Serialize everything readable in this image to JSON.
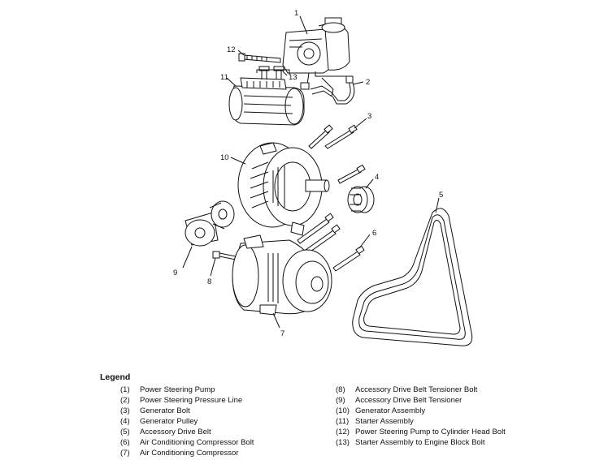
{
  "diagram": {
    "callouts": [
      "1",
      "2",
      "3",
      "4",
      "5",
      "6",
      "7",
      "8",
      "9",
      "10",
      "11",
      "12",
      "13"
    ]
  },
  "legend": {
    "title": "Legend",
    "left": [
      {
        "num": "(1)",
        "text": "Power Steering Pump"
      },
      {
        "num": "(2)",
        "text": "Power Steering Pressure Line"
      },
      {
        "num": "(3)",
        "text": "Generator Bolt"
      },
      {
        "num": "(4)",
        "text": "Generator Pulley"
      },
      {
        "num": "(5)",
        "text": "Accessory Drive Belt"
      },
      {
        "num": "(6)",
        "text": "Air Conditioning Compressor Bolt"
      },
      {
        "num": "(7)",
        "text": "Air Conditioning Compressor"
      }
    ],
    "right": [
      {
        "num": "(8)",
        "text": "Accessory Drive Belt Tensioner Bolt"
      },
      {
        "num": "(9)",
        "text": "Accessory Drive Belt Tensioner"
      },
      {
        "num": "(10)",
        "text": "Generator Assembly"
      },
      {
        "num": "(11)",
        "text": "Starter Assembly"
      },
      {
        "num": "(12)",
        "text": "Power Steering Pump to Cylinder Head Bolt"
      },
      {
        "num": "(13)",
        "text": "Starter Assembly to Engine Block Bolt"
      }
    ]
  }
}
